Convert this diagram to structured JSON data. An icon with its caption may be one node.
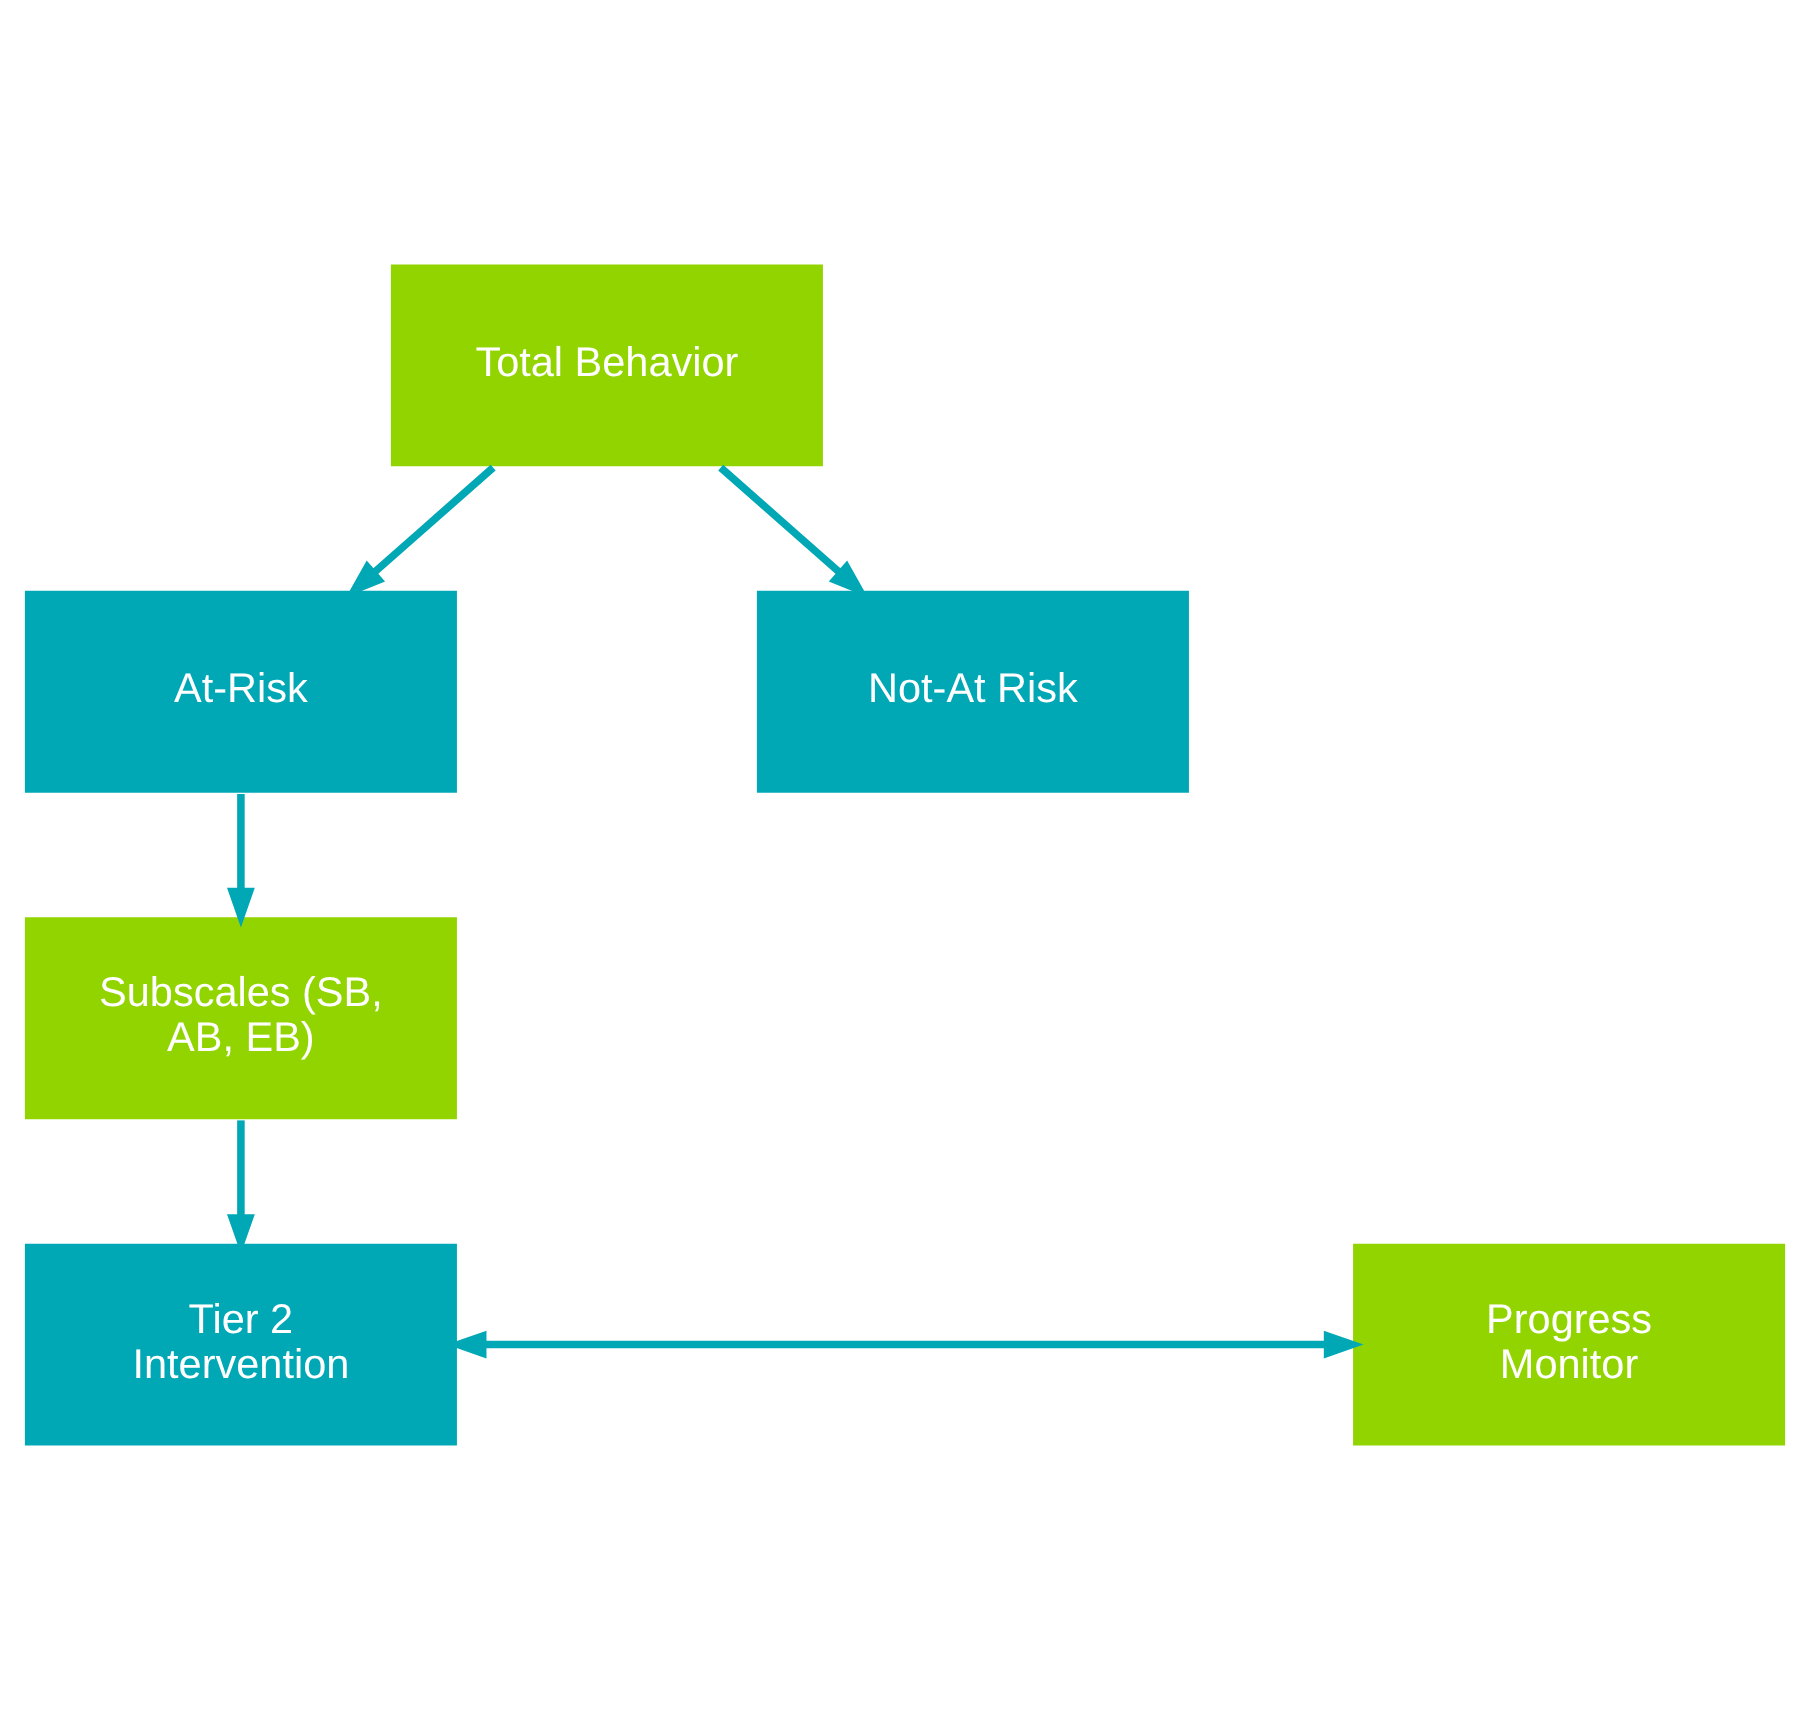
{
  "diagram": {
    "nodes": [
      {
        "text": [
          "Total Behavior"
        ]
      },
      {
        "text": [
          "At-Risk"
        ]
      },
      {
        "text": [
          "Not-At Risk"
        ]
      },
      {
        "text": [
          "Subscales (SB, AB, EB)"
        ]
      },
      {
        "text": [
          "Tier 2 Intervention"
        ]
      },
      {
        "text": [
          "Progress Monitor"
        ]
      }
    ],
    "edges": [
      {
        "from": 0,
        "to": 1,
        "arrow": "to"
      },
      {
        "from": 0,
        "to": 2,
        "arrow": "to"
      },
      {
        "from": 1,
        "to": 3,
        "arrow": "to"
      },
      {
        "from": 3,
        "to": 4,
        "arrow": "to"
      },
      {
        "from": 4,
        "to": 5,
        "arrow": "both"
      }
    ]
  }
}
